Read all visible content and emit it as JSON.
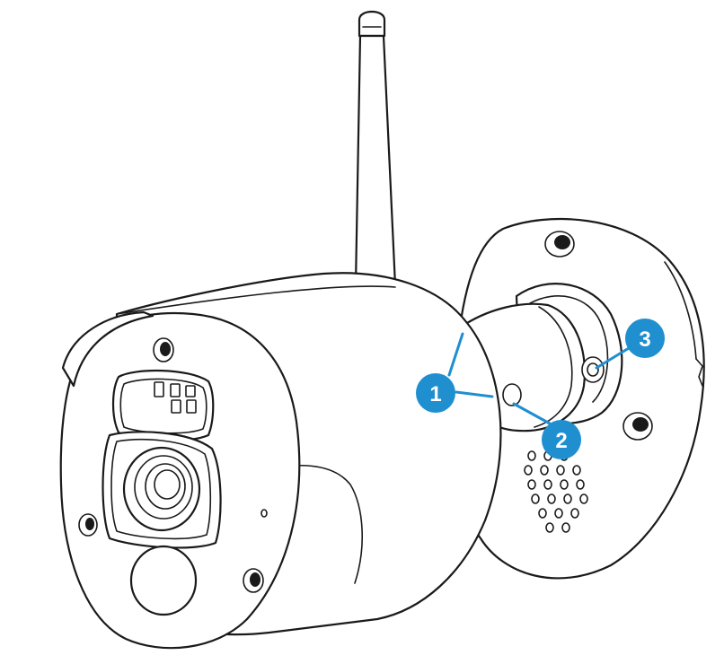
{
  "diagram": {
    "subject": "outdoor-wifi-bullet-camera",
    "accent_color": "#1f8fd0",
    "line_color": "#1a1a1a",
    "callouts": [
      {
        "label": "1"
      },
      {
        "label": "2"
      },
      {
        "label": "3"
      }
    ]
  }
}
